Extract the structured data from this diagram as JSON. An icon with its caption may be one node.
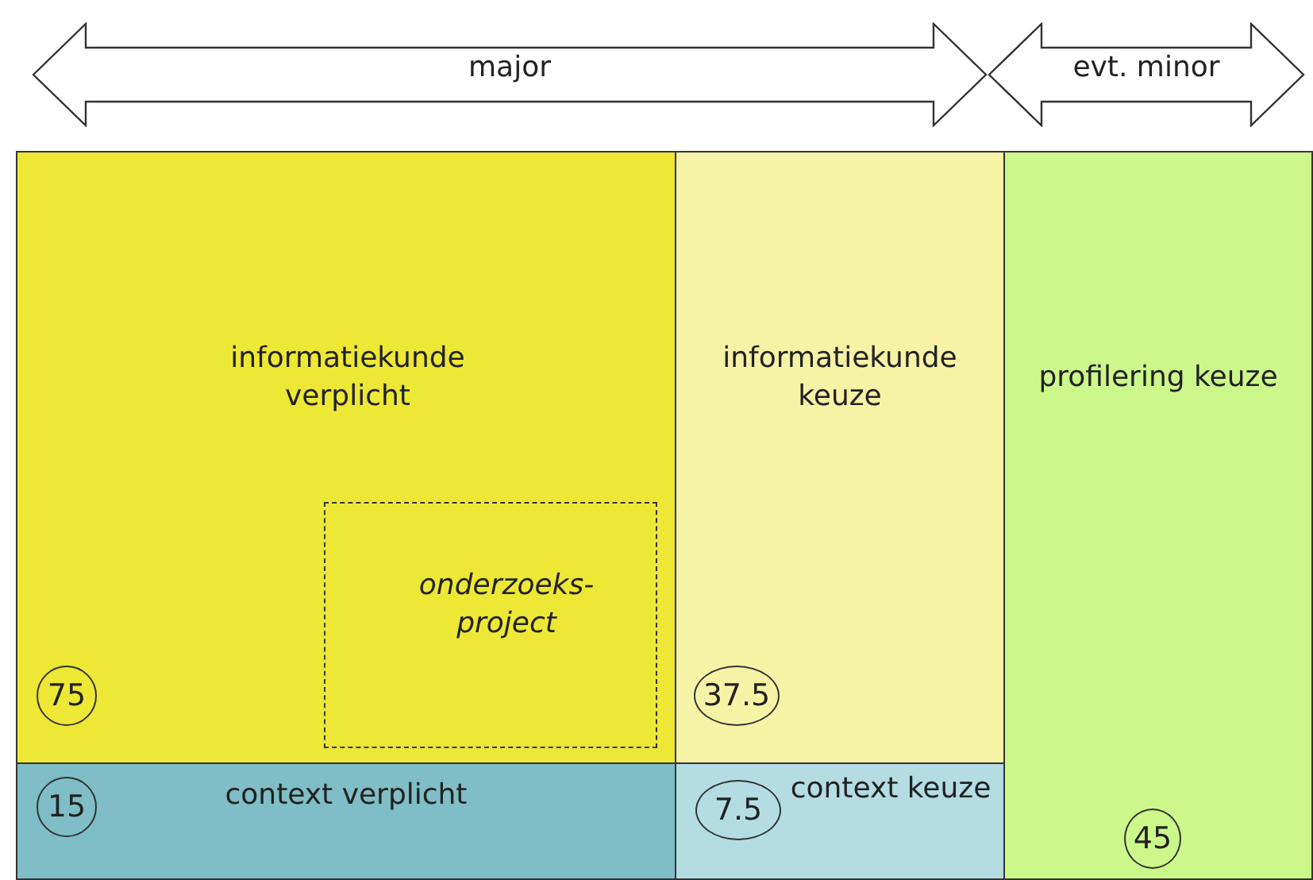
{
  "diagram": {
    "nodes": [
      {
        "text": [
          "major"
        ]
      },
      {
        "text": [
          "evt. minor"
        ]
      },
      {
        "text": [
          "informatiekunde verplicht"
        ]
      },
      {
        "text": [
          "onderzoeks- project"
        ],
        "in": 2
      },
      {
        "text": [
          "75"
        ],
        "in": 2
      },
      {
        "text": [
          "informatiekunde keuze"
        ]
      },
      {
        "text": [
          "37.5"
        ],
        "in": 5
      },
      {
        "text": [
          "profilering keuze"
        ]
      },
      {
        "text": [
          "45"
        ],
        "in": 7
      },
      {
        "text": [
          "context verplicht"
        ]
      },
      {
        "text": [
          "15"
        ],
        "in": 9
      },
      {
        "text": [
          "context keuze"
        ]
      },
      {
        "text": [
          "7.5"
        ],
        "in": 11
      }
    ]
  }
}
